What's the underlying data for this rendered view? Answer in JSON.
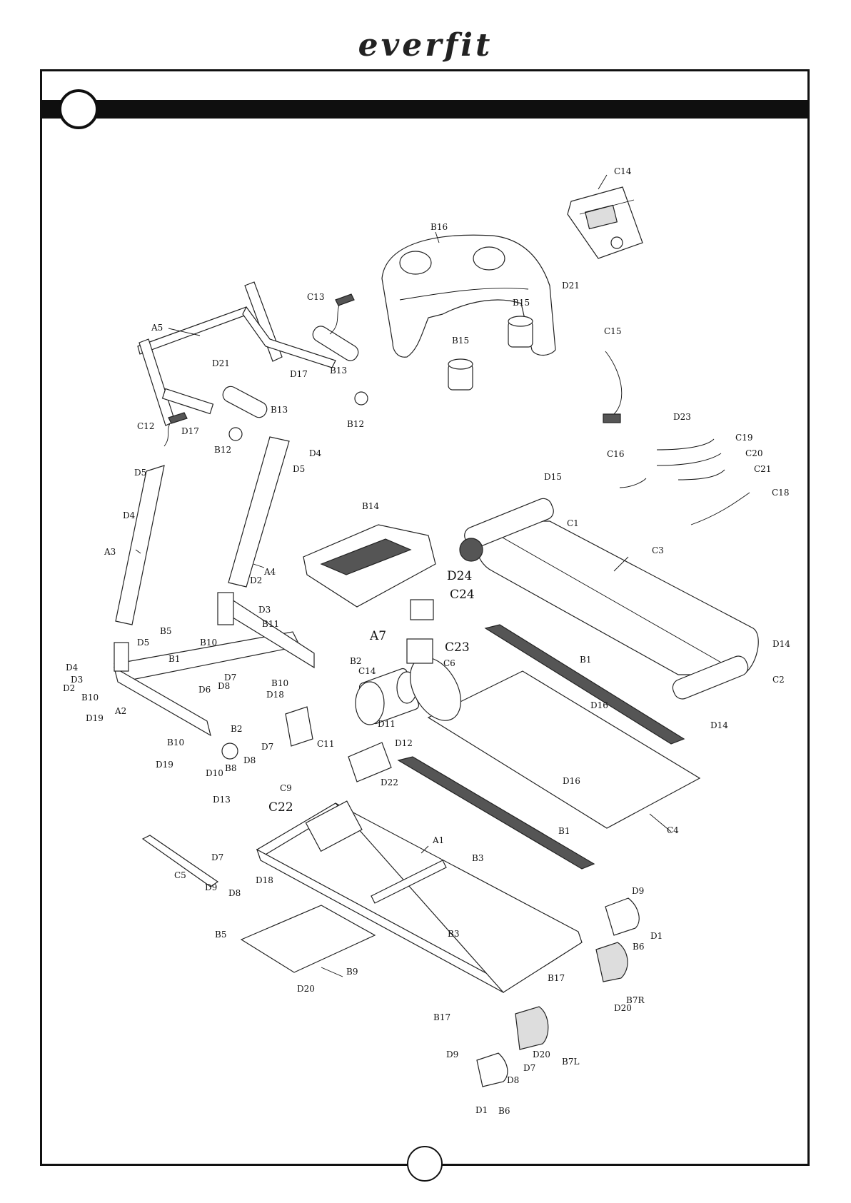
{
  "brand": {
    "logo_text": "everfit"
  },
  "labels": {
    "C14_top": "C14",
    "D21_top": "D21",
    "B16": "B16",
    "C13": "C13",
    "A5": "A5",
    "D21_left": "D21",
    "D17_right": "D17",
    "B13_right": "B13",
    "B15_a": "B15",
    "B15_b": "B15",
    "C15": "C15",
    "B12_mid": "B12",
    "C12": "C12",
    "D17_left": "D17",
    "B13_left": "B13",
    "B12_left": "B12",
    "D4_right": "D4",
    "D5_right": "D5",
    "D23": "D23",
    "C19": "C19",
    "C16": "C16",
    "C20": "C20",
    "C21": "C21",
    "D15": "D15",
    "C18": "C18",
    "D5_left": "D5",
    "D4_left": "D4",
    "B14": "B14",
    "C1": "C1",
    "C3": "C3",
    "A3": "A3",
    "A4": "A4",
    "D24": "D24",
    "D2_top": "D2",
    "C24": "C24",
    "D3_top": "D3",
    "B11": "B11",
    "B5_top": "B5",
    "A7": "A7",
    "B10_a": "B10",
    "D5_mid": "D5",
    "C23": "C23",
    "D14_top": "D14",
    "D4_mid": "D4",
    "B1_left": "B1",
    "B2_top": "B2",
    "C6": "C6",
    "B1_top": "B1",
    "D3_left": "D3",
    "D7_a": "D7",
    "D2_left": "D2",
    "B10_b": "B10",
    "C14_mid": "C14",
    "C2": "C2",
    "D8_a": "D8",
    "D6": "D6",
    "D18_top": "D18",
    "B10_c": "B10",
    "D16_top": "D16",
    "D14_bottom": "D14",
    "D19_a": "D19",
    "A2": "A2",
    "D11": "D11",
    "B2_bottom": "B2",
    "C11": "C11",
    "B10_d": "B10",
    "D12": "D12",
    "D7_b": "D7",
    "D19_b": "D19",
    "B8": "B8",
    "D8_b": "D8",
    "D10": "D10",
    "D16_bottom": "D16",
    "D22": "D22",
    "C9": "C9",
    "D13": "D13",
    "C22": "C22",
    "C4": "C4",
    "B1_bottom": "B1",
    "A1": "A1",
    "D7_c": "D7",
    "B3_top": "B3",
    "C5": "C5",
    "D18_bottom": "D18",
    "D9_a": "D9",
    "D8_c": "D8",
    "D9_right": "D9",
    "D1_right": "D1",
    "B6_right": "B6",
    "B5_bottom": "B5",
    "B3_bottom": "B3",
    "B9": "B9",
    "B17_right": "B17",
    "D20_right": "D20",
    "B7R": "B7R",
    "D20_left": "D20",
    "B17_bottom": "B17",
    "D20_mid": "D20",
    "B7L": "B7L",
    "D9_bottom": "D9",
    "D7_d": "D7",
    "D8_d": "D8",
    "D1_bottom": "D1",
    "B6_bottom": "B6"
  }
}
